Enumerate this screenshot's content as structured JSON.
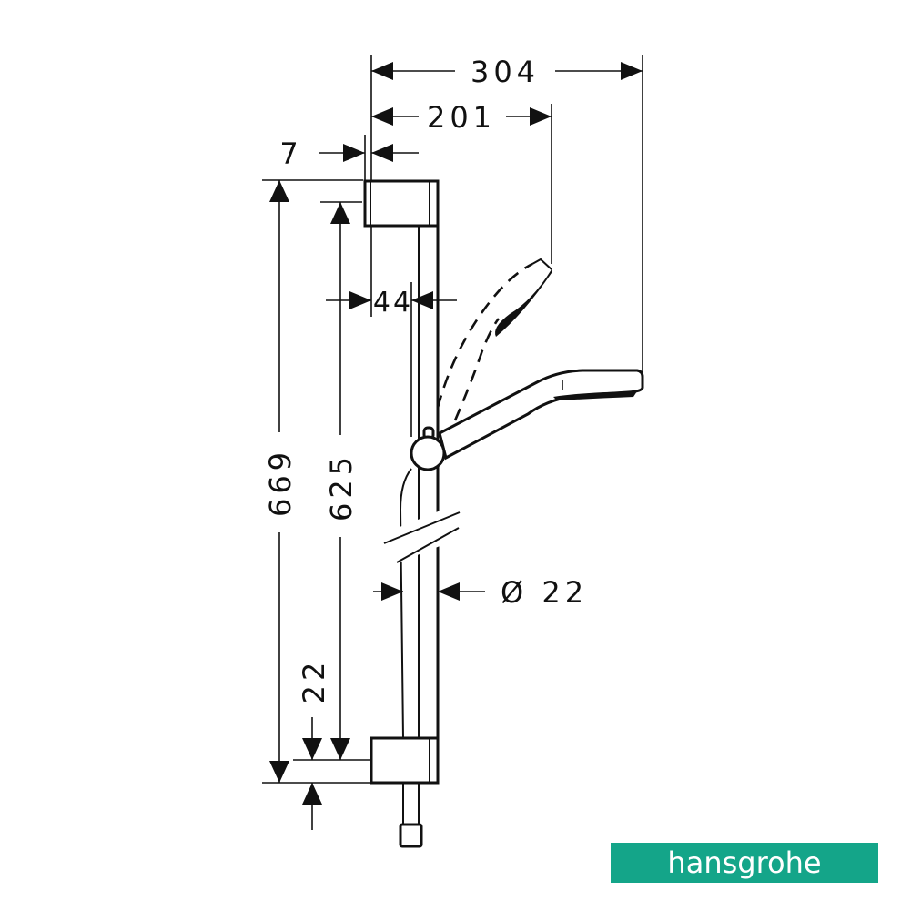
{
  "drawing": {
    "dimensions": {
      "overall_width": "304",
      "head_width": "201",
      "bracket_offset": "7",
      "rail_offset": "44",
      "overall_height": "669",
      "mount_distance": "625",
      "bracket_offset_bottom": "22",
      "rail_diameter": "Ø 22"
    }
  },
  "brand": {
    "name": "hansgrohe",
    "color": "#14a589"
  }
}
